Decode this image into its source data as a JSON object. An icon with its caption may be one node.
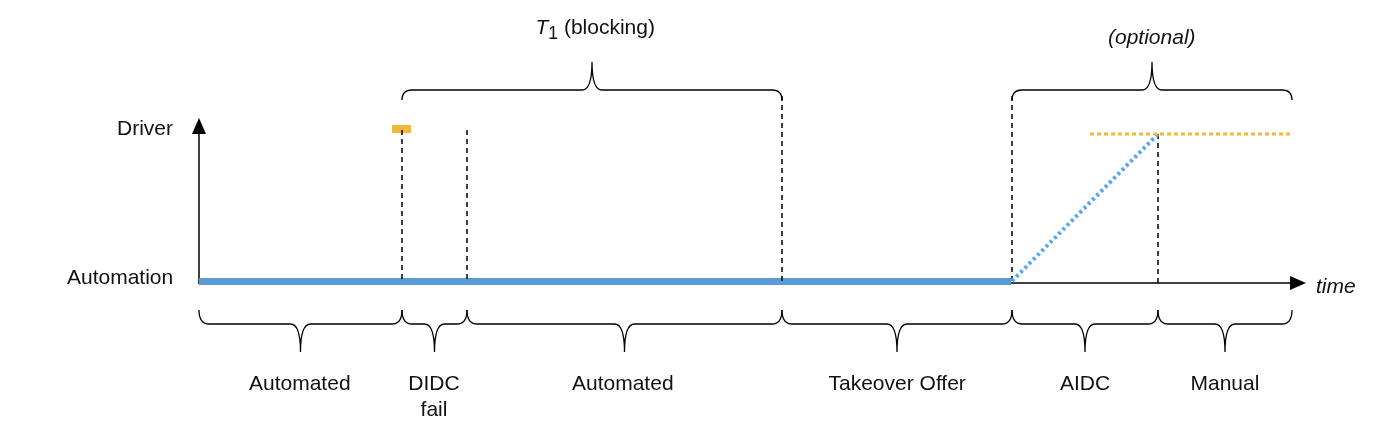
{
  "diagram": {
    "labels": [
      "*T*$_{1}$ (blocking)",
      "(optional)",
      "Driver",
      "Automation",
      "time",
      "Automated",
      "DIDC fail",
      "Automated",
      "Takeover Offer",
      "AIDC",
      "Manual"
    ]
  }
}
